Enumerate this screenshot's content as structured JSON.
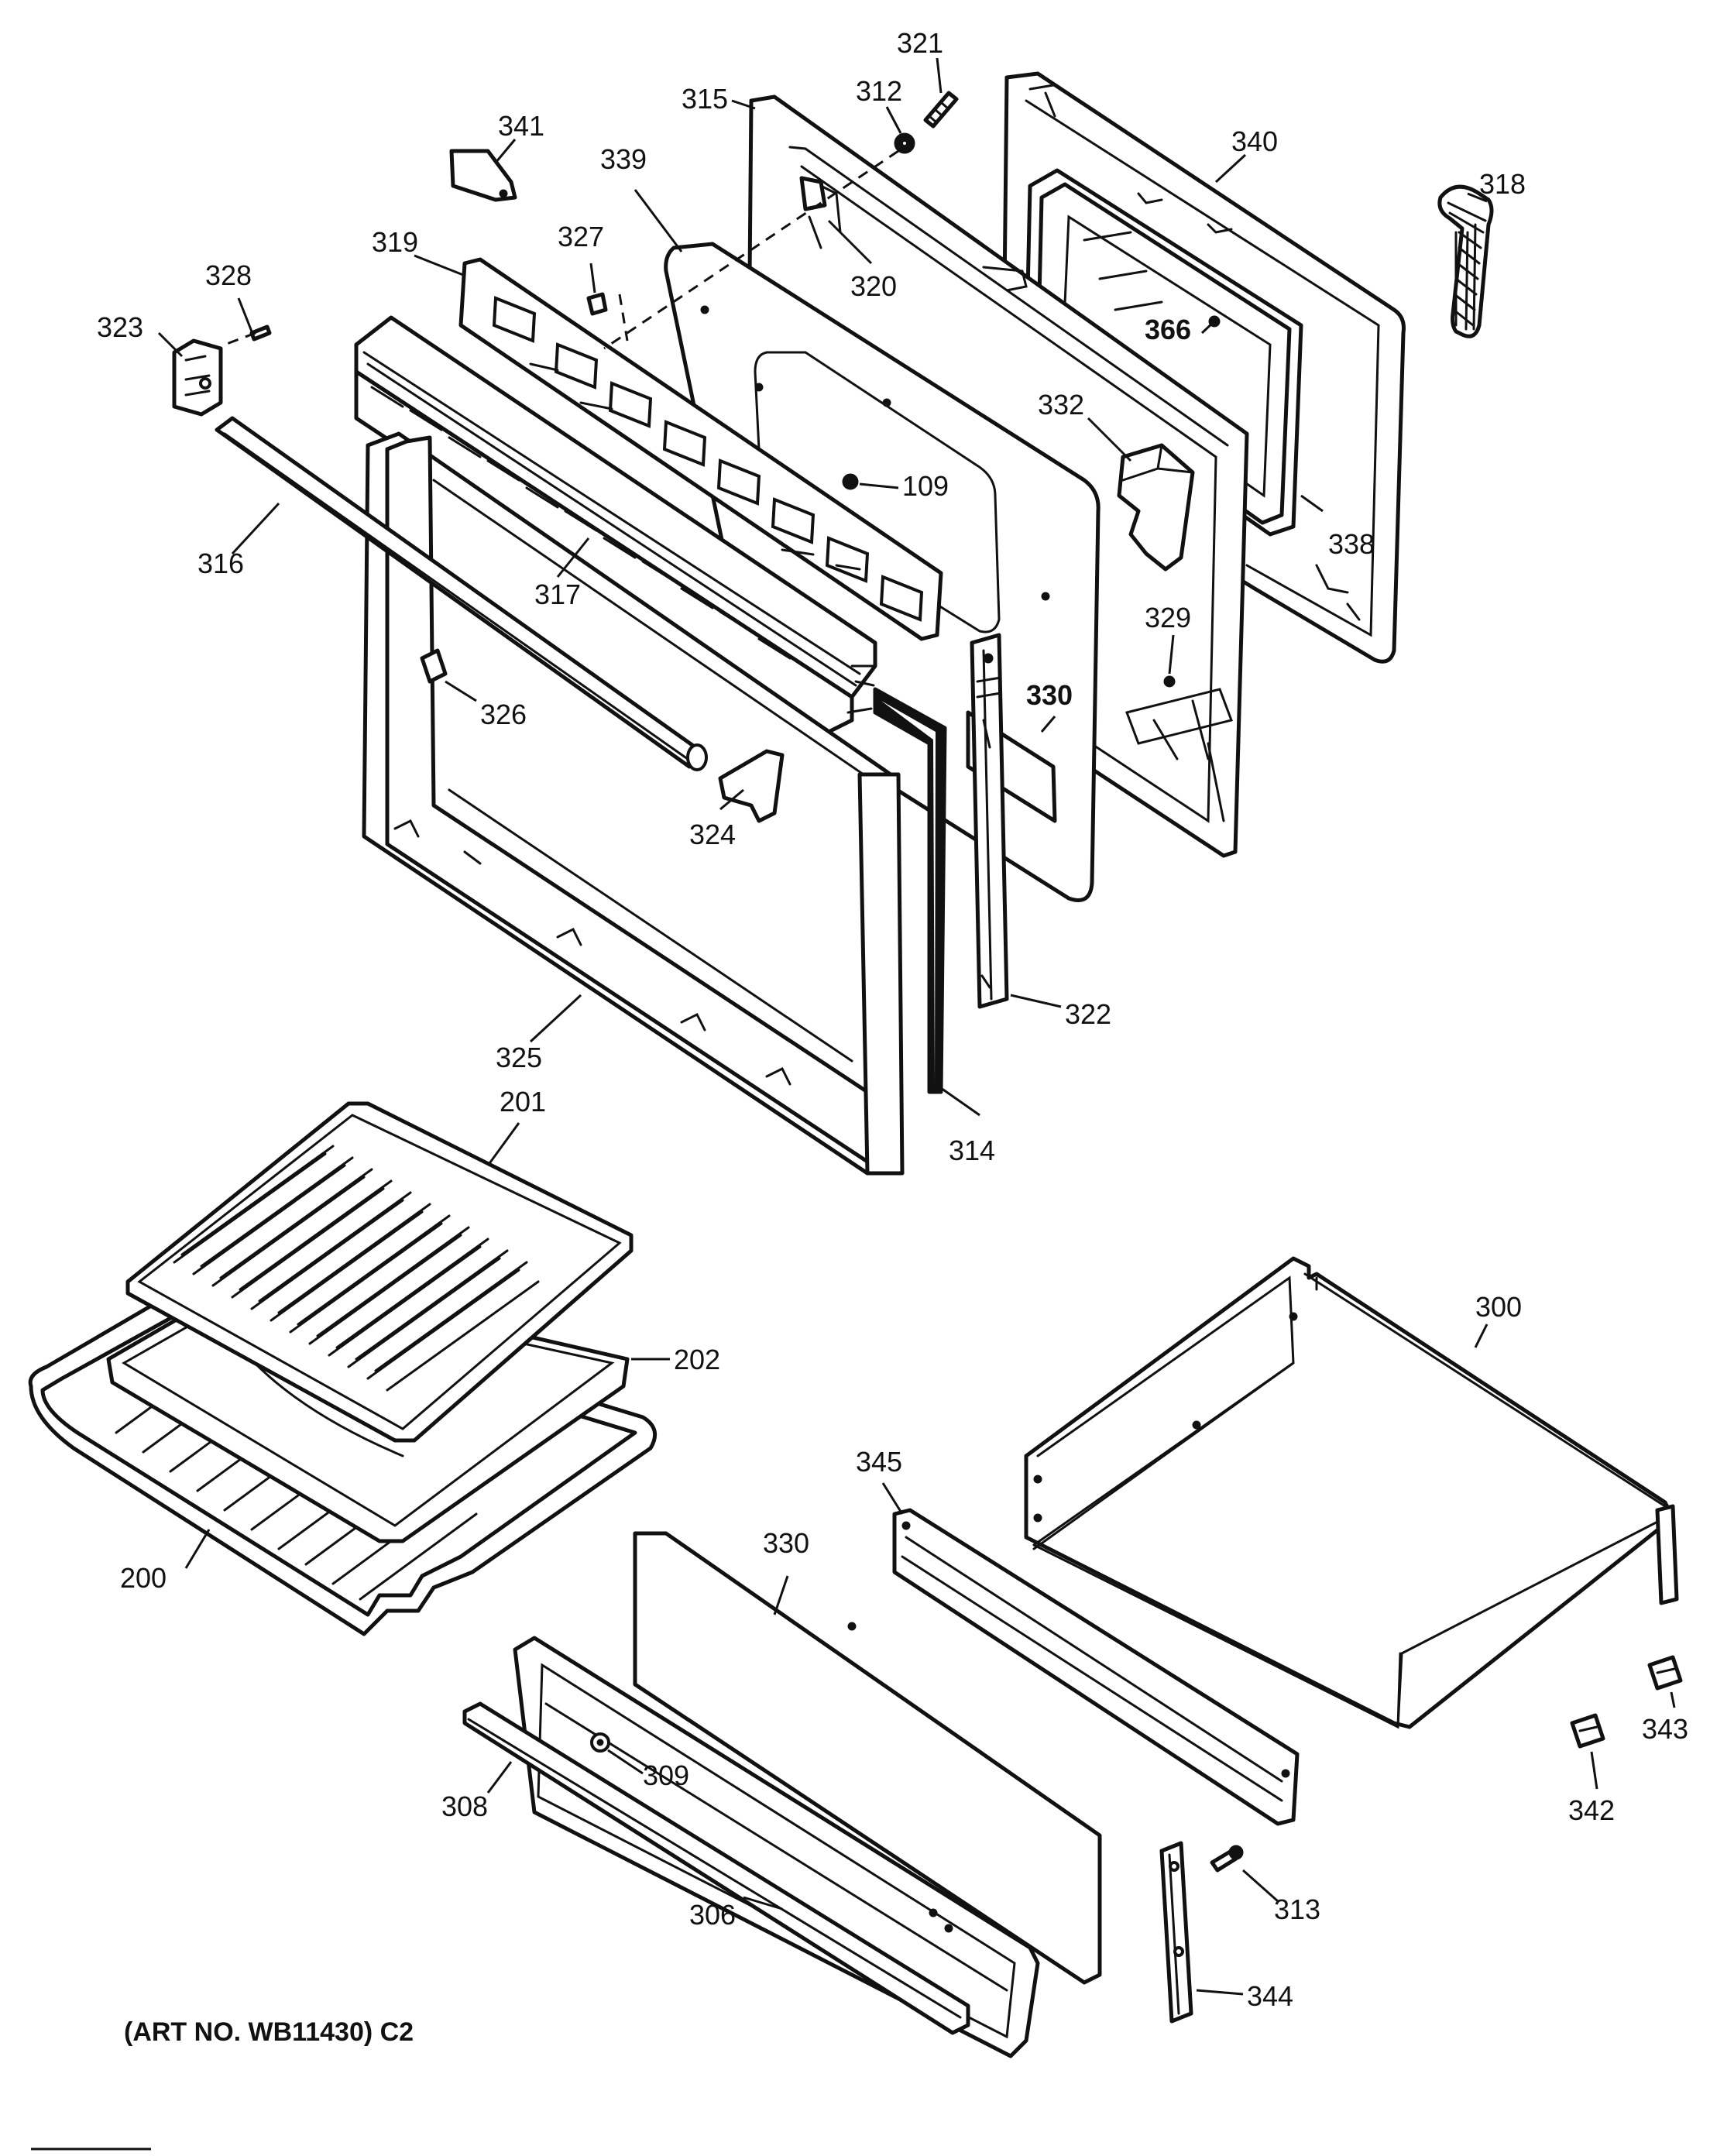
{
  "art_number": "(ART NO. WB11430) C2",
  "callouts": [
    {
      "id": "c321",
      "text": "321"
    },
    {
      "id": "c312",
      "text": "312"
    },
    {
      "id": "c315",
      "text": "315"
    },
    {
      "id": "c341",
      "text": "341"
    },
    {
      "id": "c339",
      "text": "339"
    },
    {
      "id": "c340",
      "text": "340"
    },
    {
      "id": "c318",
      "text": "318"
    },
    {
      "id": "c327",
      "text": "327"
    },
    {
      "id": "c319",
      "text": "319"
    },
    {
      "id": "c320",
      "text": "320"
    },
    {
      "id": "c328",
      "text": "328"
    },
    {
      "id": "c323",
      "text": "323"
    },
    {
      "id": "c366",
      "text": "366"
    },
    {
      "id": "c332",
      "text": "332"
    },
    {
      "id": "c109",
      "text": "109"
    },
    {
      "id": "c338",
      "text": "338"
    },
    {
      "id": "c316",
      "text": "316"
    },
    {
      "id": "c317",
      "text": "317"
    },
    {
      "id": "c329",
      "text": "329"
    },
    {
      "id": "c330a",
      "text": "330"
    },
    {
      "id": "c326",
      "text": "326"
    },
    {
      "id": "c324",
      "text": "324"
    },
    {
      "id": "c322",
      "text": "322"
    },
    {
      "id": "c325",
      "text": "325"
    },
    {
      "id": "c314",
      "text": "314"
    },
    {
      "id": "c201",
      "text": "201"
    },
    {
      "id": "c202",
      "text": "202"
    },
    {
      "id": "c300",
      "text": "300"
    },
    {
      "id": "c345",
      "text": "345"
    },
    {
      "id": "c330b",
      "text": "330"
    },
    {
      "id": "c200",
      "text": "200"
    },
    {
      "id": "c309",
      "text": "309"
    },
    {
      "id": "c308",
      "text": "308"
    },
    {
      "id": "c343",
      "text": "343"
    },
    {
      "id": "c342",
      "text": "342"
    },
    {
      "id": "c313",
      "text": "313"
    },
    {
      "id": "c306",
      "text": "306"
    },
    {
      "id": "c344",
      "text": "344"
    }
  ]
}
